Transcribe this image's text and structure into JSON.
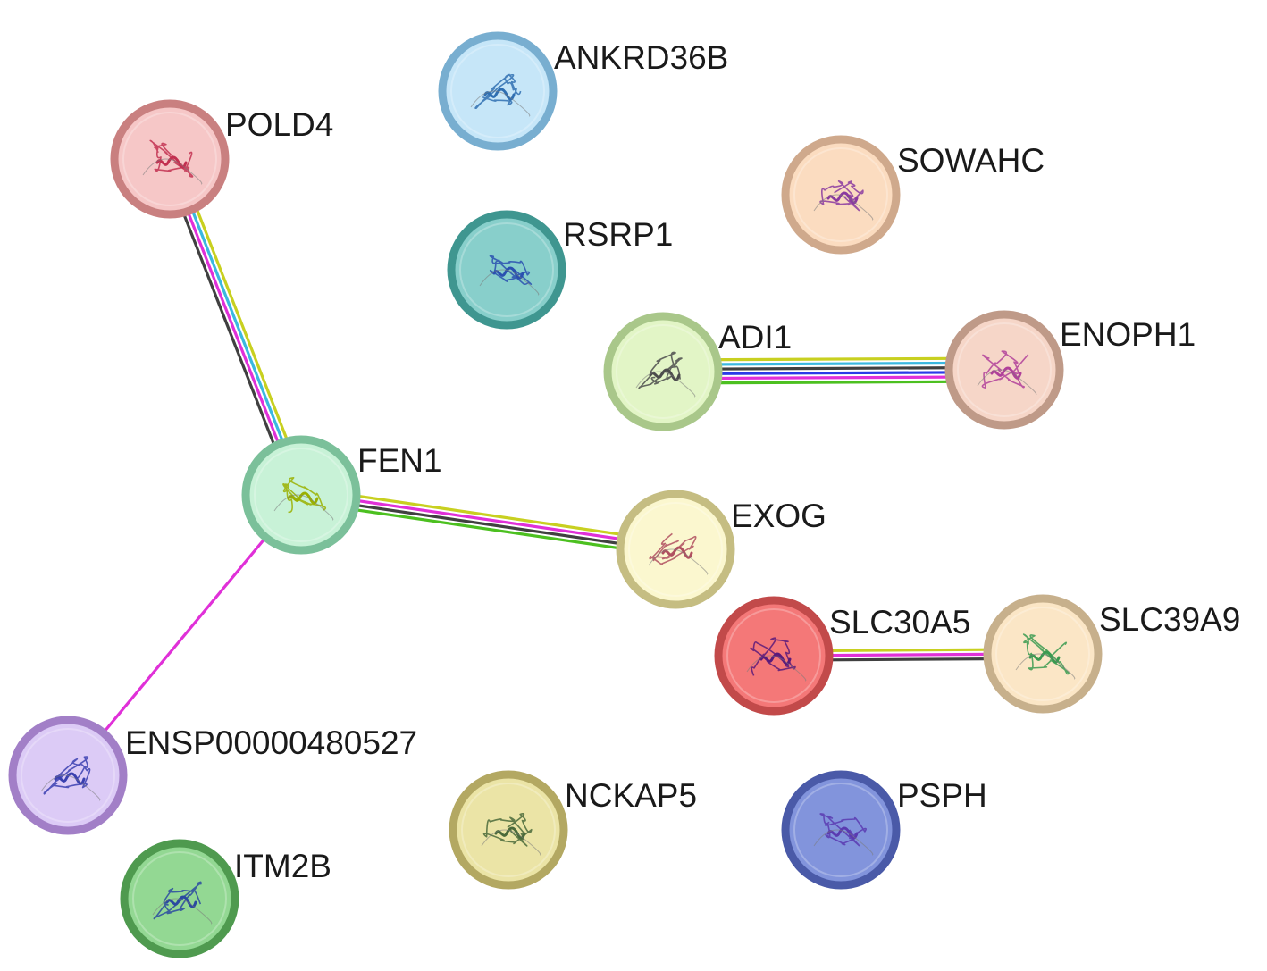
{
  "nodes": [
    {
      "id": "POLD4",
      "label": "POLD4",
      "fill": "#f6c7c7",
      "stroke": "#c98080",
      "glyph": "#c23050"
    },
    {
      "id": "ANKRD36B",
      "label": "ANKRD36B",
      "fill": "#c6e6f8",
      "stroke": "#78aed0",
      "glyph": "#2f6fb2"
    },
    {
      "id": "SOWAHC",
      "label": "SOWAHC",
      "fill": "#fbdcc0",
      "stroke": "#cfa98c",
      "glyph": "#8a3aa0"
    },
    {
      "id": "RSRP1",
      "label": "RSRP1",
      "fill": "#88cfcb",
      "stroke": "#3f9690",
      "glyph": "#2a50b0"
    },
    {
      "id": "ADI1",
      "label": "ADI1",
      "fill": "#e2f5c6",
      "stroke": "#a9c78a",
      "glyph": "#4c4c4c"
    },
    {
      "id": "ENOPH1",
      "label": "ENOPH1",
      "fill": "#f6d6c8",
      "stroke": "#bf9a88",
      "glyph": "#b0409a"
    },
    {
      "id": "FEN1",
      "label": "FEN1",
      "fill": "#c8f2d7",
      "stroke": "#7bc09a",
      "glyph": "#9ab000"
    },
    {
      "id": "EXOG",
      "label": "EXOG",
      "fill": "#fbf7cf",
      "stroke": "#c5bd82",
      "glyph": "#b05060"
    },
    {
      "id": "SLC30A5",
      "label": "SLC30A5",
      "fill": "#f47878",
      "stroke": "#c24a4a",
      "glyph": "#5a1a7a"
    },
    {
      "id": "SLC39A9",
      "label": "SLC39A9",
      "fill": "#fbe6c6",
      "stroke": "#c7b08c",
      "glyph": "#3a9a50"
    },
    {
      "id": "ENSP00000480527",
      "label": "ENSP00000480527",
      "fill": "#dccbf6",
      "stroke": "#a27fc7",
      "glyph": "#3a40b0"
    },
    {
      "id": "NCKAP5",
      "label": "NCKAP5",
      "fill": "#ebe4a6",
      "stroke": "#b3a862",
      "glyph": "#4a6a3a"
    },
    {
      "id": "PSPH",
      "label": "PSPH",
      "fill": "#8294dc",
      "stroke": "#4a5aa8",
      "glyph": "#5a3ab0"
    },
    {
      "id": "ITM2B",
      "label": "ITM2B",
      "fill": "#93d893",
      "stroke": "#4f9a4f",
      "glyph": "#2a4aa0"
    }
  ],
  "edges": [
    {
      "source": "POLD4",
      "target": "FEN1",
      "colors": [
        "#c8d020",
        "#3ab8e0",
        "#e030d8",
        "#404040"
      ]
    },
    {
      "source": "ADI1",
      "target": "ENOPH1",
      "colors": [
        "#c8d020",
        "#3ab8e0",
        "#404040",
        "#2a3ae8",
        "#e030d8",
        "#4cc020"
      ]
    },
    {
      "source": "FEN1",
      "target": "EXOG",
      "colors": [
        "#c8d020",
        "#e030d8",
        "#404040",
        "#4cc020"
      ]
    },
    {
      "source": "SLC30A5",
      "target": "SLC39A9",
      "colors": [
        "#c8d020",
        "#e030d8",
        "#404040"
      ]
    },
    {
      "source": "FEN1",
      "target": "ENSP00000480527",
      "colors": [
        "#e030d8"
      ]
    }
  ]
}
